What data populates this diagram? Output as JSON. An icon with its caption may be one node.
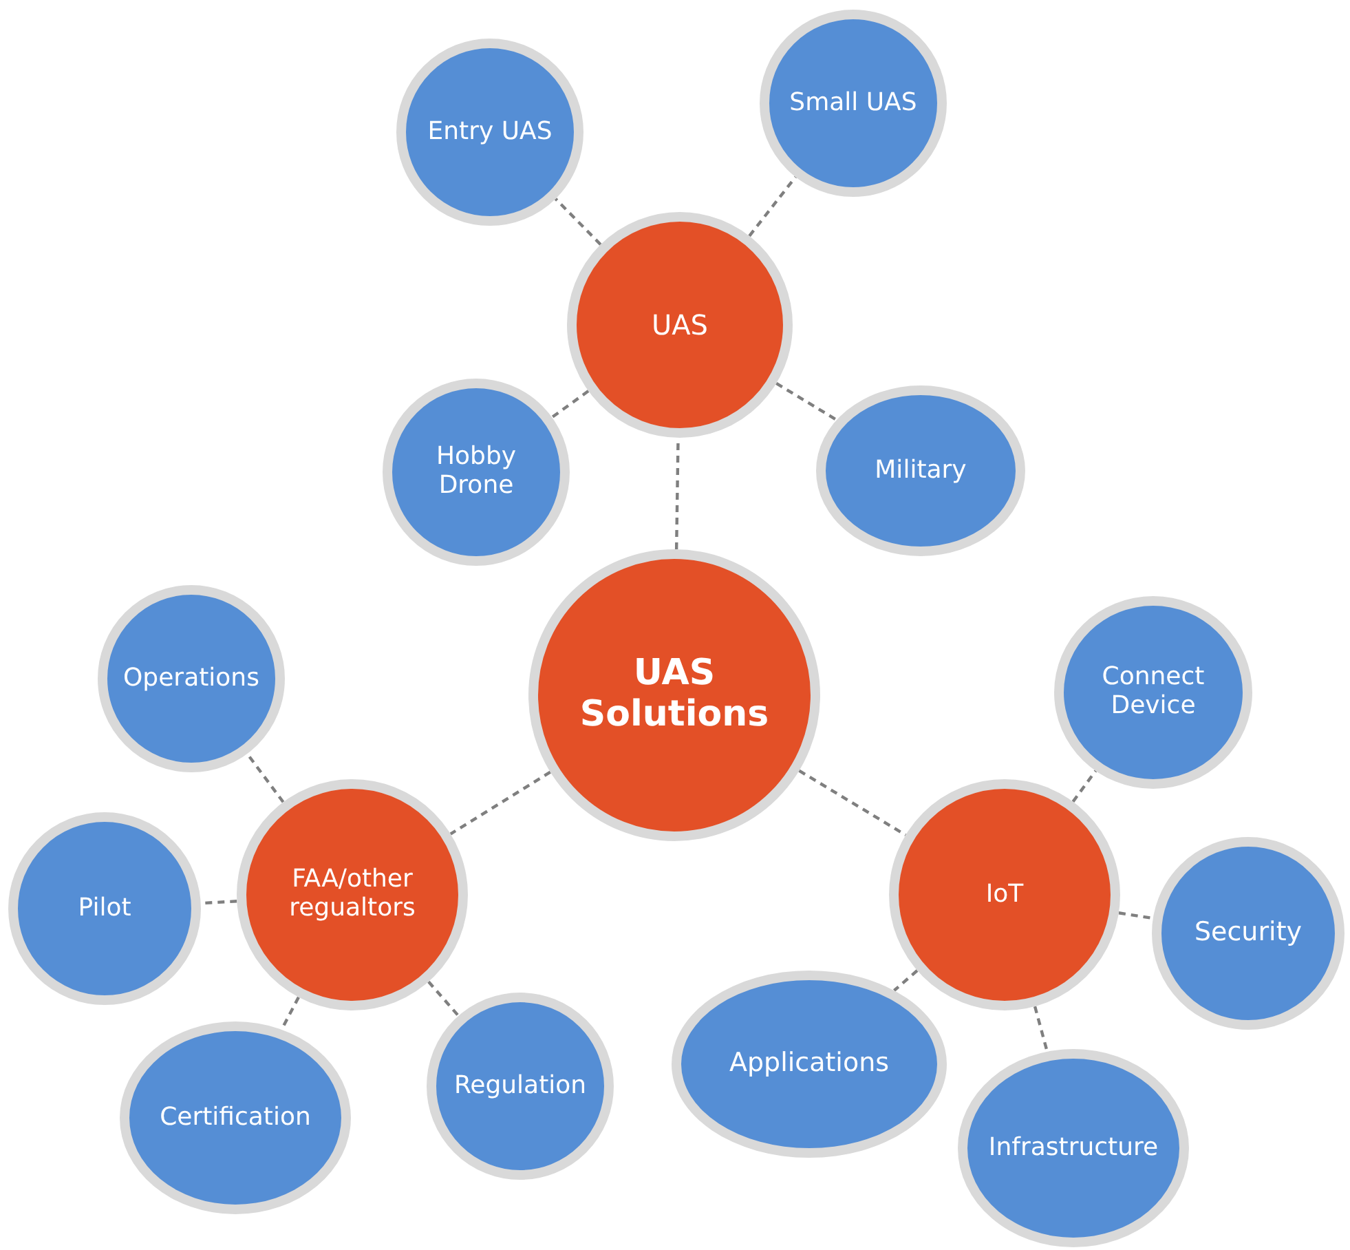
{
  "diagram": {
    "nodes": [
      {
        "text": [
          "UAS Solutions"
        ]
      },
      {
        "text": [
          "UAS"
        ]
      },
      {
        "text": [
          "Entry UAS"
        ]
      },
      {
        "text": [
          "Small UAS"
        ]
      },
      {
        "text": [
          "Hobby Drone"
        ]
      },
      {
        "text": [
          "Military"
        ]
      },
      {
        "text": [
          "FAA/other regualtors"
        ]
      },
      {
        "text": [
          "Operations"
        ]
      },
      {
        "text": [
          "Pilot"
        ]
      },
      {
        "text": [
          "Certification"
        ]
      },
      {
        "text": [
          "Regulation"
        ]
      },
      {
        "text": [
          "IoT"
        ]
      },
      {
        "text": [
          "Connect Device"
        ]
      },
      {
        "text": [
          "Security"
        ]
      },
      {
        "text": [
          "Applications"
        ]
      },
      {
        "text": [
          "Infrastructure"
        ]
      }
    ],
    "edges": [
      {
        "from": 0,
        "to": 1,
        "arrow": "none",
        "style": "dashed"
      },
      {
        "from": 0,
        "to": 6,
        "arrow": "none",
        "style": "dashed"
      },
      {
        "from": 0,
        "to": 11,
        "arrow": "none",
        "style": "dashed"
      },
      {
        "from": 1,
        "to": 2,
        "arrow": "none",
        "style": "dashed"
      },
      {
        "from": 1,
        "to": 3,
        "arrow": "none",
        "style": "dashed"
      },
      {
        "from": 1,
        "to": 4,
        "arrow": "none",
        "style": "dashed"
      },
      {
        "from": 1,
        "to": 5,
        "arrow": "none",
        "style": "dashed"
      },
      {
        "from": 6,
        "to": 7,
        "arrow": "none",
        "style": "dashed"
      },
      {
        "from": 6,
        "to": 8,
        "arrow": "none",
        "style": "dashed"
      },
      {
        "from": 6,
        "to": 9,
        "arrow": "none",
        "style": "dashed"
      },
      {
        "from": 6,
        "to": 10,
        "arrow": "none",
        "style": "dashed"
      },
      {
        "from": 11,
        "to": 12,
        "arrow": "none",
        "style": "dashed"
      },
      {
        "from": 11,
        "to": 13,
        "arrow": "none",
        "style": "dashed"
      },
      {
        "from": 11,
        "to": 14,
        "arrow": "none",
        "style": "dashed"
      },
      {
        "from": 11,
        "to": 15,
        "arrow": "none",
        "style": "dashed"
      }
    ]
  }
}
